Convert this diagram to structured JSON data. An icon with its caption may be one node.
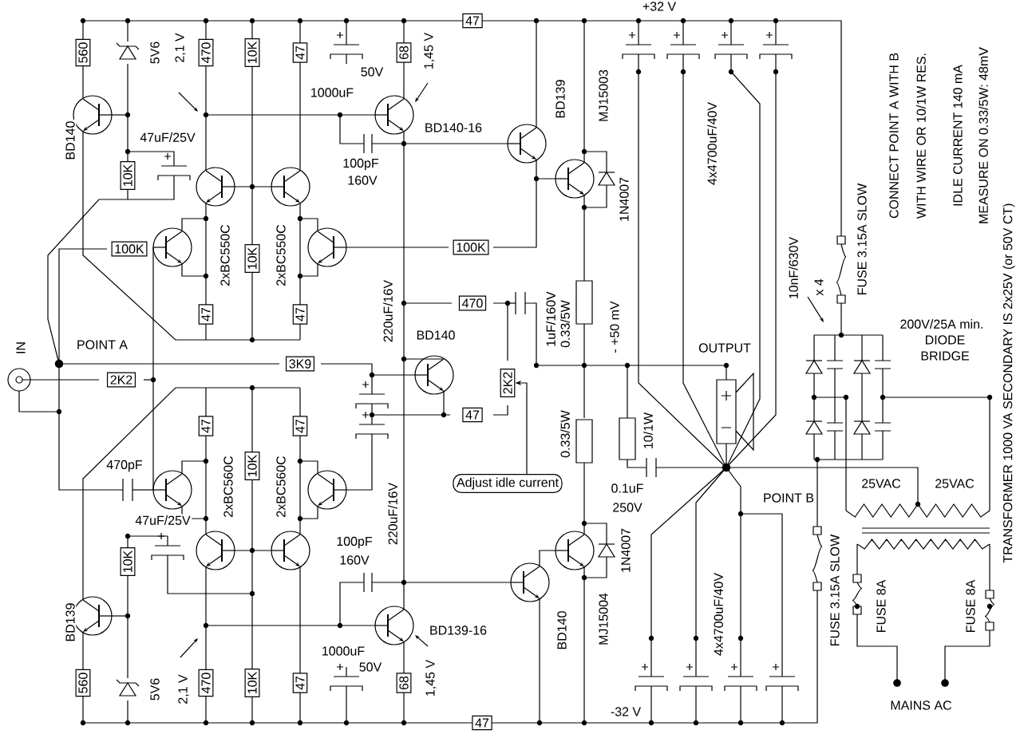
{
  "diagram": {
    "nodes": [
      {
        "text": [
          "Adjust idle current"
        ]
      },
      {
        "text": [
          "2K2"
        ]
      }
    ],
    "edges": [
      {
        "from": 0,
        "to": 1,
        "arrow": "to"
      }
    ],
    "labels": [
      "+32 V",
      "47",
      "560",
      "5V6",
      "2,1 V",
      "470",
      "10K",
      "47",
      "68",
      "1,45 V",
      "50V",
      "1000uF",
      "BD139",
      "MJ15003",
      "BD140",
      "47uF/25V",
      "BD140-16",
      "4x4700uF/40V",
      "CONNECT POINT A WITH B",
      "WITH WIRE OR 10/1W RES.",
      "IDLE CURRENT 140 mA",
      "MEASURE ON 0.33/5W: 48mV",
      "10K",
      "100pF",
      "160V",
      "1N4007",
      "100K",
      "2xBC550C",
      "10K",
      "2xBC550C",
      "100K",
      "10nF/630V",
      "FUSE 3.15A SLOW",
      "x 4",
      "47",
      "47",
      "220uF/16V",
      "470",
      "1uF/160V",
      "0.33/5W",
      "- +50 mV",
      "200V/25A min.",
      "IN",
      "POINT A",
      "3K9",
      "BD140",
      "OUTPUT",
      "DIODE",
      "BRIDGE",
      "2K2",
      "TRANSFORMER 1000 VA SECONDARY IS 2x25V (or 50V CT)",
      "47",
      "47",
      "47",
      "0.33/5W",
      "10/1W",
      "470pF",
      "10K",
      "47uF/25V",
      "2xBC560C",
      "2xBC560C",
      "220uF/16V",
      "0.1uF",
      "250V",
      "POINT B",
      "25VAC",
      "25VAC",
      "10K",
      "100pF",
      "160V",
      "1N4007",
      "BD139",
      "BD139-16",
      "BD140",
      "MJ15004",
      "4x4700uF/40V",
      "FUSE 3.15A SLOW",
      "FUSE 8A",
      "FUSE 8A",
      "1000uF",
      "560",
      "5V6",
      "2,1 V",
      "470",
      "10K",
      "47",
      "50V",
      "68",
      "1,45 V",
      "47",
      "-32 V",
      "MAINS AC"
    ]
  }
}
